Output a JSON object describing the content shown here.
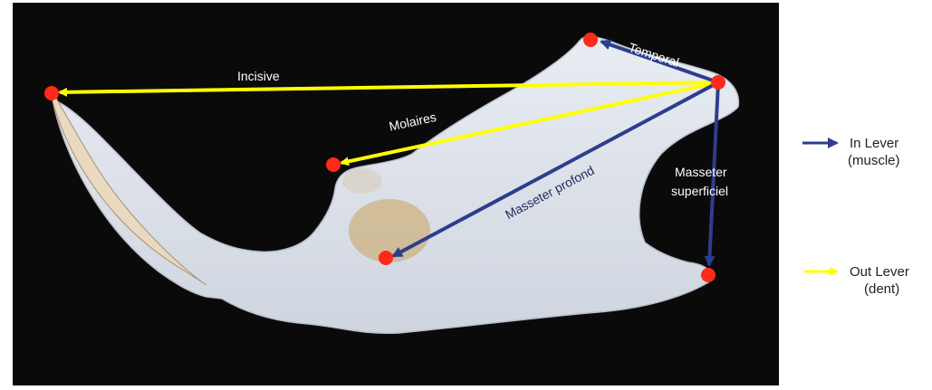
{
  "labels": {
    "incisive": "Incisive",
    "molaires": "Molaires",
    "temporal": "Temporal",
    "masseter_profond": "Masseter profond",
    "masseter_superficiel_line1": "Masseter",
    "masseter_superficiel_line2": "superficiel"
  },
  "legend": {
    "in_lever_line1": "In Lever",
    "in_lever_line2": "(muscle)",
    "out_lever_line1": "Out Lever",
    "out_lever_line2": "(dent)"
  },
  "colors": {
    "in_lever_arrow": "#2e3d8f",
    "out_lever_arrow": "#ffff00",
    "landmark": "#ff2a1a",
    "bone": "#dfe4ec",
    "background": "#0a0a0a"
  }
}
